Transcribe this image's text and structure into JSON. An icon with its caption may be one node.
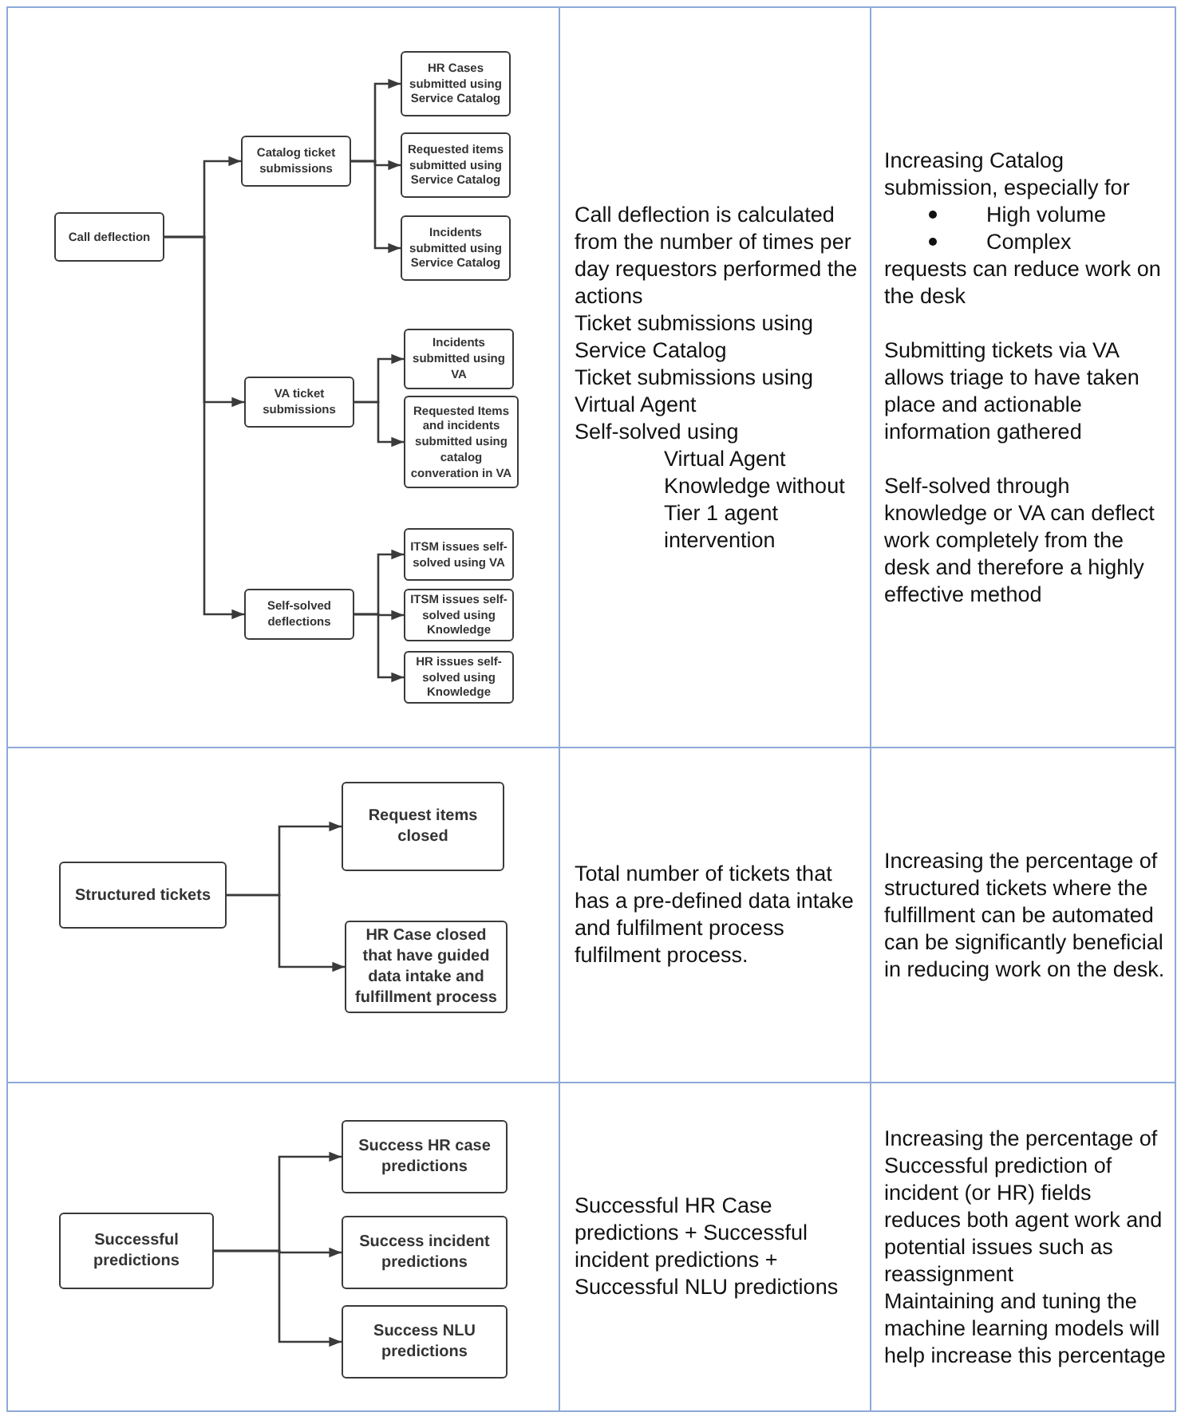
{
  "diagram": {
    "nodes": [
      {
        "text": [
          "Call deflection"
        ]
      },
      {
        "text": [
          "Catalog ticket submissions"
        ]
      },
      {
        "text": [
          "HR Cases submitted using Service Catalog"
        ]
      },
      {
        "text": [
          "Requested items submitted using Service Catalog"
        ]
      },
      {
        "text": [
          "Incidents submitted using Service Catalog"
        ]
      },
      {
        "text": [
          "VA ticket submissions"
        ]
      },
      {
        "text": [
          "Incidents submitted using VA"
        ]
      },
      {
        "text": [
          "Requested Items and incidents submitted using catalog converation in VA"
        ]
      },
      {
        "text": [
          "Self-solved deflections"
        ]
      },
      {
        "text": [
          "ITSM issues self-solved using VA"
        ]
      },
      {
        "text": [
          "ITSM issues self-solved using Knowledge"
        ]
      },
      {
        "text": [
          "HR issues self-solved using Knowledge"
        ]
      },
      {
        "text": [
          "Structured tickets"
        ]
      },
      {
        "text": [
          "Request items closed"
        ]
      },
      {
        "text": [
          "HR Case closed that have guided data intake and fulfillment process"
        ]
      },
      {
        "text": [
          "Successful predictions"
        ]
      },
      {
        "text": [
          "Success HR case predictions"
        ]
      },
      {
        "text": [
          "Success incident predictions"
        ]
      },
      {
        "text": [
          "Success NLU predictions"
        ]
      }
    ],
    "edges": [
      {
        "from": 0,
        "to": 1,
        "arrow": "to"
      },
      {
        "from": 0,
        "to": 5,
        "arrow": "to"
      },
      {
        "from": 0,
        "to": 8,
        "arrow": "to"
      },
      {
        "from": 1,
        "to": 2,
        "arrow": "to"
      },
      {
        "from": 1,
        "to": 3,
        "arrow": "to"
      },
      {
        "from": 1,
        "to": 4,
        "arrow": "to"
      },
      {
        "from": 5,
        "to": 6,
        "arrow": "to"
      },
      {
        "from": 5,
        "to": 7,
        "arrow": "to"
      },
      {
        "from": 8,
        "to": 9,
        "arrow": "to"
      },
      {
        "from": 8,
        "to": 10,
        "arrow": "to"
      },
      {
        "from": 8,
        "to": 11,
        "arrow": "to"
      },
      {
        "from": 12,
        "to": 13,
        "arrow": "to"
      },
      {
        "from": 12,
        "to": 14,
        "arrow": "to"
      },
      {
        "from": 15,
        "to": 16,
        "arrow": "to"
      },
      {
        "from": 15,
        "to": 17,
        "arrow": "to"
      },
      {
        "from": 15,
        "to": 18,
        "arrow": "to"
      }
    ],
    "labels": [
      "Call deflection is calculated from the number of times per day requestors performed the actions",
      "Ticket submissions using Service Catalog",
      "Ticket submissions using Virtual Agent",
      "Self-solved using",
      "Virtual Agent",
      "Knowledge without Tier 1 agent intervention",
      "Increasing Catalog submission, especially for",
      "High volume",
      "Complex",
      "requests can reduce work on the desk",
      "Submitting tickets via VA allows triage to have taken place and actionable information gathered",
      "Self-solved through knowledge or VA can deflect work completely from the desk and therefore a highly effective method",
      "Total number of tickets that has a pre-defined data intake and fulfilment process fulfilment process.",
      "Increasing the percentage of structured tickets where the fulfillment can be automated can be significantly beneficial in reducing work on the desk.",
      "Successful HR Case predictions + Successful incident predictions + Successful NLU predictions",
      "Increasing the percentage of Successful prediction of incident (or HR) fields reduces both agent work and potential issues such as reassignment",
      "Maintaining and tuning the machine learning models will help increase this percentage"
    ]
  }
}
